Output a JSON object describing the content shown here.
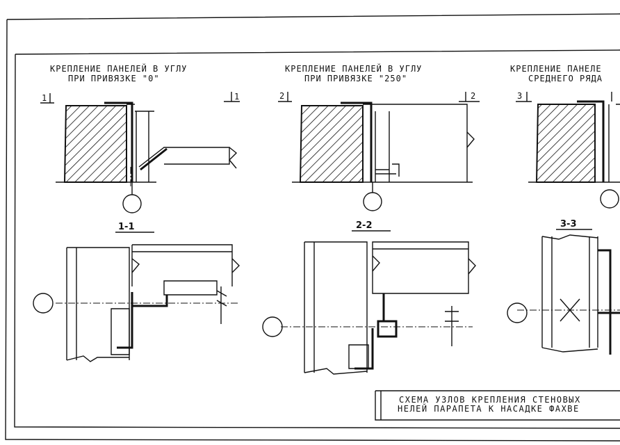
{
  "details": [
    {
      "title_line1": "КРЕПЛЕНИЕ ПАНЕЛЕЙ В УГЛУ",
      "title_line2": "ПРИ ПРИВЯЗКЕ \"0\"",
      "cut_left": "1",
      "cut_right": "1"
    },
    {
      "title_line1": "КРЕПЛЕНИЕ ПАНЕЛЕЙ В УГЛУ",
      "title_line2": "ПРИ ПРИВЯЗКЕ \"250\"",
      "cut_left": "2",
      "cut_right": "2"
    },
    {
      "title_line1": "КРЕПЛЕНИЕ ПАНЕЛЕ",
      "title_line2": "СРЕДНЕГО РЯДА",
      "cut_left": "3",
      "cut_right": ""
    }
  ],
  "sections": [
    "1-1",
    "2-2",
    "3-3"
  ],
  "title_block": {
    "line1": "СХЕМА УЗЛОВ КРЕПЛЕНИЯ СТЕНОВЫХ",
    "line2": "НЕЛЕЙ ПАРАПЕТА К НАСАДКЕ ФАХВЕ"
  }
}
